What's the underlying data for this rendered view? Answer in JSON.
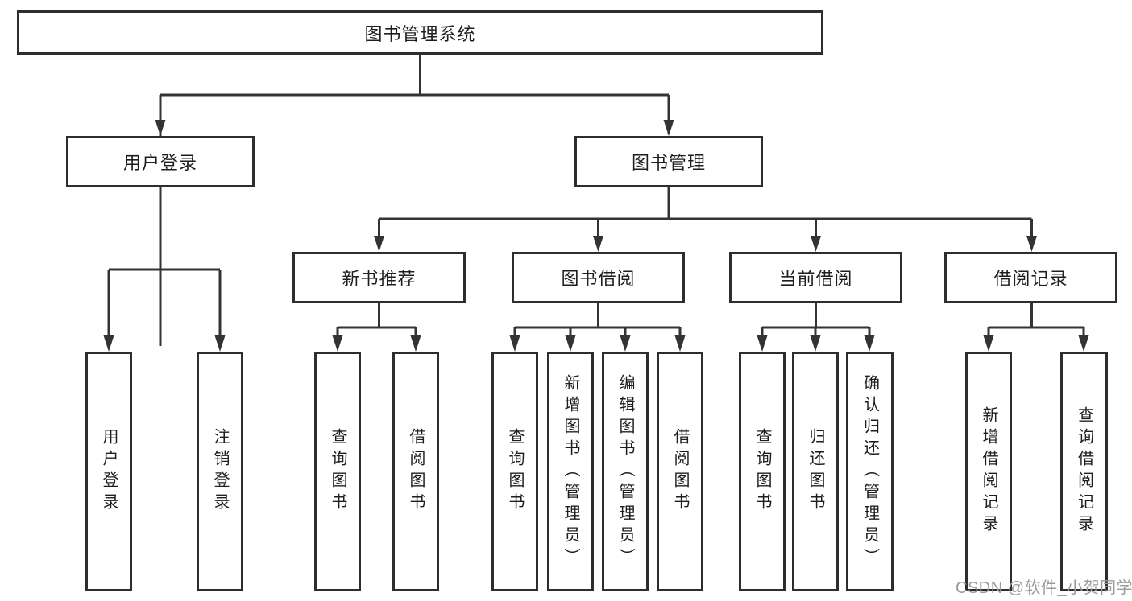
{
  "diagram": {
    "type": "hierarchy-tree",
    "tree": {
      "label": "图书管理系统",
      "children": [
        {
          "label": "用户登录",
          "children": [
            {
              "label": "用户登录"
            },
            {
              "label": "注销登录"
            }
          ]
        },
        {
          "label": "图书管理",
          "children": [
            {
              "label": "新书推荐",
              "children": [
                {
                  "label": "查询图书"
                },
                {
                  "label": "借阅图书"
                }
              ]
            },
            {
              "label": "图书借阅",
              "children": [
                {
                  "label": "查询图书"
                },
                {
                  "label": "新增图书（管理员）"
                },
                {
                  "label": "编辑图书（管理员）"
                },
                {
                  "label": "借阅图书"
                }
              ]
            },
            {
              "label": "当前借阅",
              "children": [
                {
                  "label": "查询图书"
                },
                {
                  "label": "归还图书"
                },
                {
                  "label": "确认归还（管理员）"
                }
              ]
            },
            {
              "label": "借阅记录",
              "children": [
                {
                  "label": "新增借阅记录"
                },
                {
                  "label": "查询借阅记录"
                }
              ]
            }
          ]
        }
      ]
    },
    "colors": {
      "line": "#333333",
      "box_border": "#2d2d2d",
      "text": "#1e1e1e",
      "background": "#ffffff",
      "watermark": "#9b9b9b"
    }
  },
  "watermark": {
    "text": "CSDN @软件_小贺同学"
  }
}
